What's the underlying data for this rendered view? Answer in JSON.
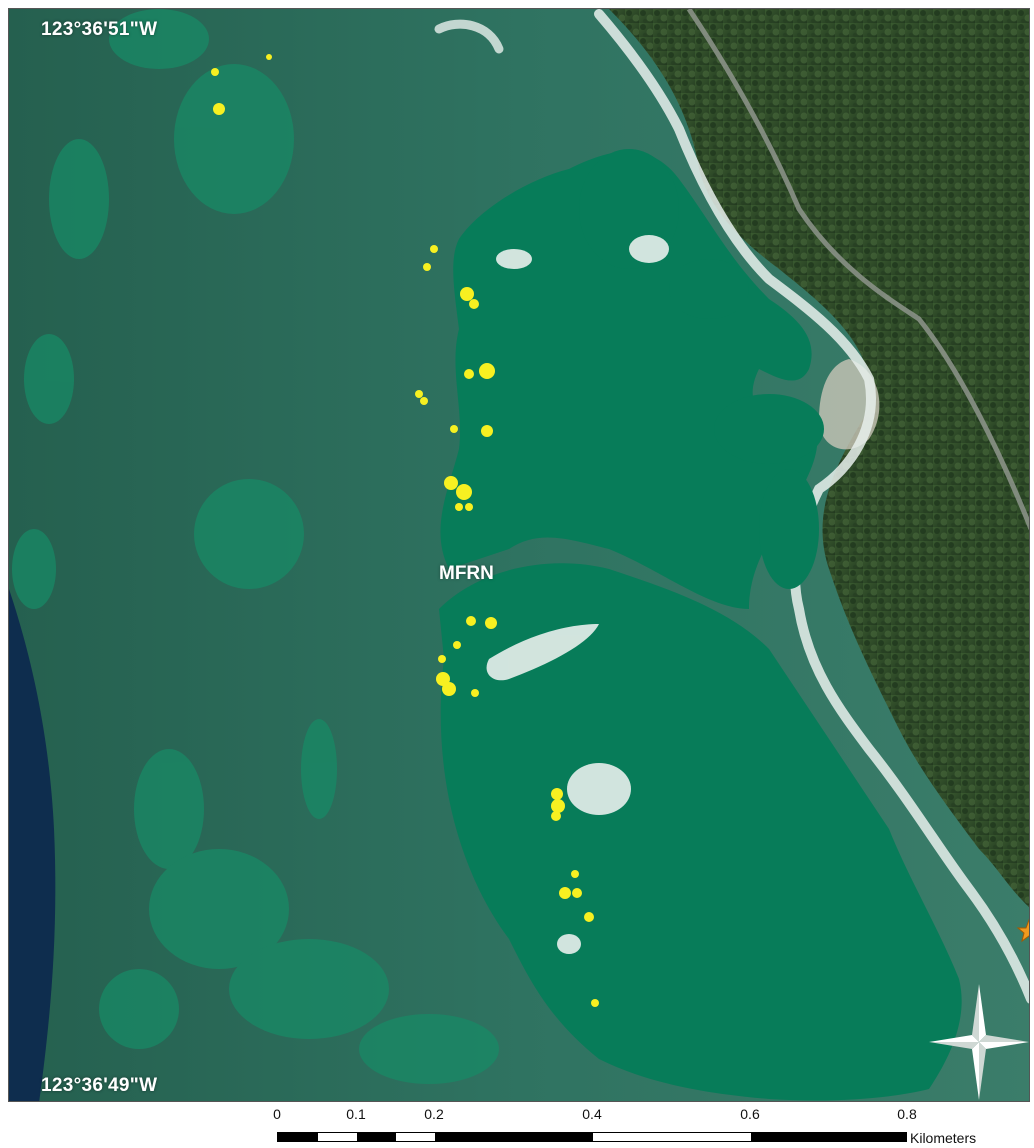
{
  "map": {
    "coord_top": "123°36'51\"W",
    "coord_bottom": "123°36'49\"W",
    "site_label": "MFRN",
    "colors": {
      "ocean": "#2a6e5c",
      "deep_water": "#0e2d4e",
      "kelp": "#077c59",
      "kelp_faint": "#188a66",
      "highlight": "#f7f021",
      "surf": "#e8f0ec",
      "forest": "#2c4a26",
      "road": "#8e958c"
    },
    "icons": [
      "compass-rose-icon",
      "star-marker-icon"
    ]
  },
  "scalebar": {
    "ticks": [
      "0",
      "0.1",
      "0.2",
      "0.4",
      "0.6",
      "0.8"
    ],
    "unit": "Kilometers"
  }
}
